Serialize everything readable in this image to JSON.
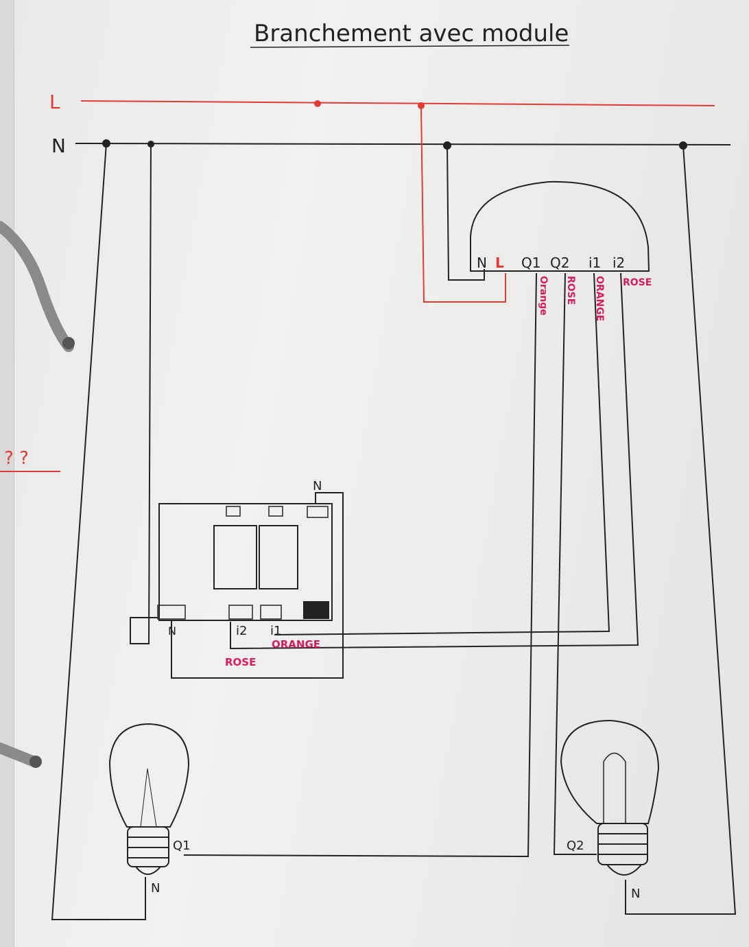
{
  "title": "Branchement avec module",
  "lines": {
    "live": "L",
    "neutral": "N"
  },
  "colors": {
    "live_wire": "#e53935",
    "wire": "#222222",
    "pink_label": "#d81b60",
    "margin_mark": "#e53935"
  },
  "margin_note": "? ?",
  "module": {
    "terminals": [
      "N",
      "L",
      "Q1",
      "Q2",
      "i1",
      "i2"
    ],
    "wire_labels": [
      "Orange",
      "ROSE",
      "ORANGE",
      "ROSE"
    ]
  },
  "switch": {
    "neutral_label": "N",
    "terminal_labels": [
      "N",
      "i2",
      "i1"
    ],
    "wire_labels": [
      "ORANGE",
      "ROSE"
    ]
  },
  "lamps": [
    {
      "q_label": "Q1",
      "n_label": "N"
    },
    {
      "q_label": "Q2",
      "n_label": "N"
    }
  ],
  "icons": {
    "ring": "binder-ring-icon",
    "bulb": "light-bulb-icon"
  }
}
